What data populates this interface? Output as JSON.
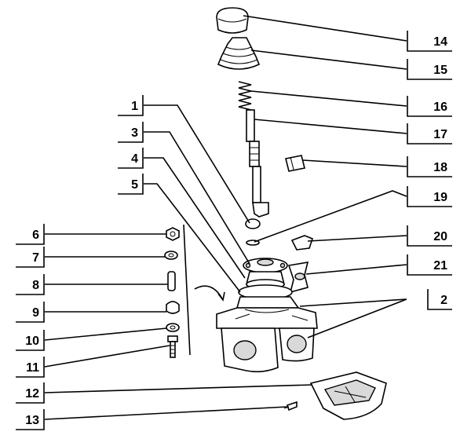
{
  "callouts": [
    {
      "id": "1",
      "text": "1"
    },
    {
      "id": "2",
      "text": "2"
    },
    {
      "id": "3",
      "text": "3"
    },
    {
      "id": "4",
      "text": "4"
    },
    {
      "id": "5",
      "text": "5"
    },
    {
      "id": "6",
      "text": "6"
    },
    {
      "id": "7",
      "text": "7"
    },
    {
      "id": "8",
      "text": "8"
    },
    {
      "id": "9",
      "text": "9"
    },
    {
      "id": "10",
      "text": "10"
    },
    {
      "id": "11",
      "text": "11"
    },
    {
      "id": "12",
      "text": "12"
    },
    {
      "id": "13",
      "text": "13"
    },
    {
      "id": "14",
      "text": "14"
    },
    {
      "id": "15",
      "text": "15"
    },
    {
      "id": "16",
      "text": "16"
    },
    {
      "id": "17",
      "text": "17"
    },
    {
      "id": "18",
      "text": "18"
    },
    {
      "id": "19",
      "text": "19"
    },
    {
      "id": "20",
      "text": "20"
    },
    {
      "id": "21",
      "text": "21"
    }
  ],
  "colors": {
    "ink": "#000000",
    "background": "#ffffff",
    "shade": "#d9d9d9"
  }
}
